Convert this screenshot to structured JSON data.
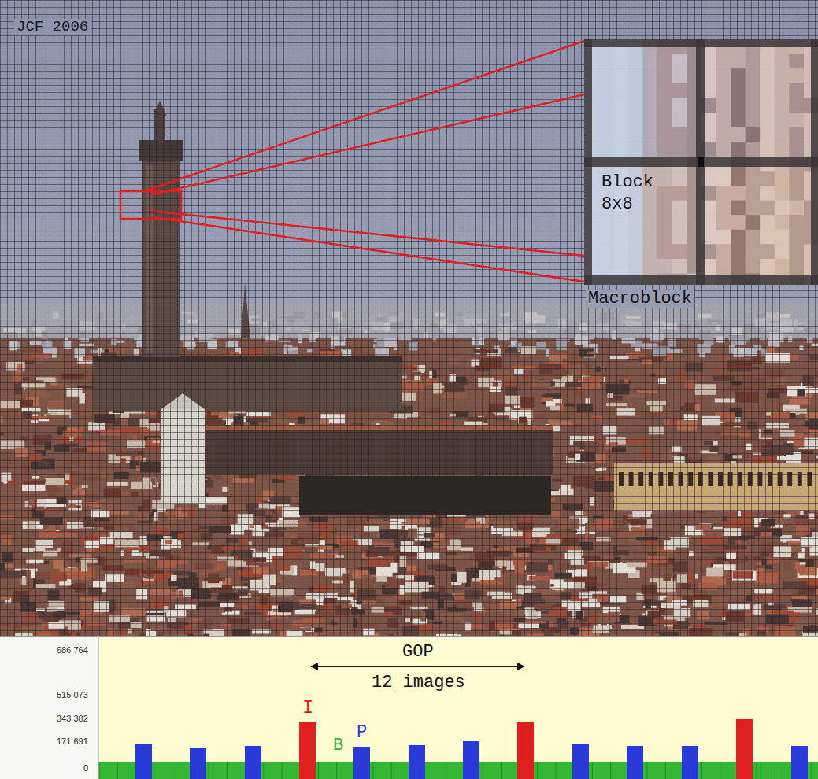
{
  "diagram": {
    "nodes": [
      {
        "text": [
          "Block 8x8",
          "Macroblock"
        ]
      }
    ],
    "labels": [
      "JCF 2006",
      "686 764",
      "515 073",
      "343 382",
      "171 691",
      "0",
      "GOP",
      "12 images",
      "I",
      "B",
      "P"
    ]
  }
}
